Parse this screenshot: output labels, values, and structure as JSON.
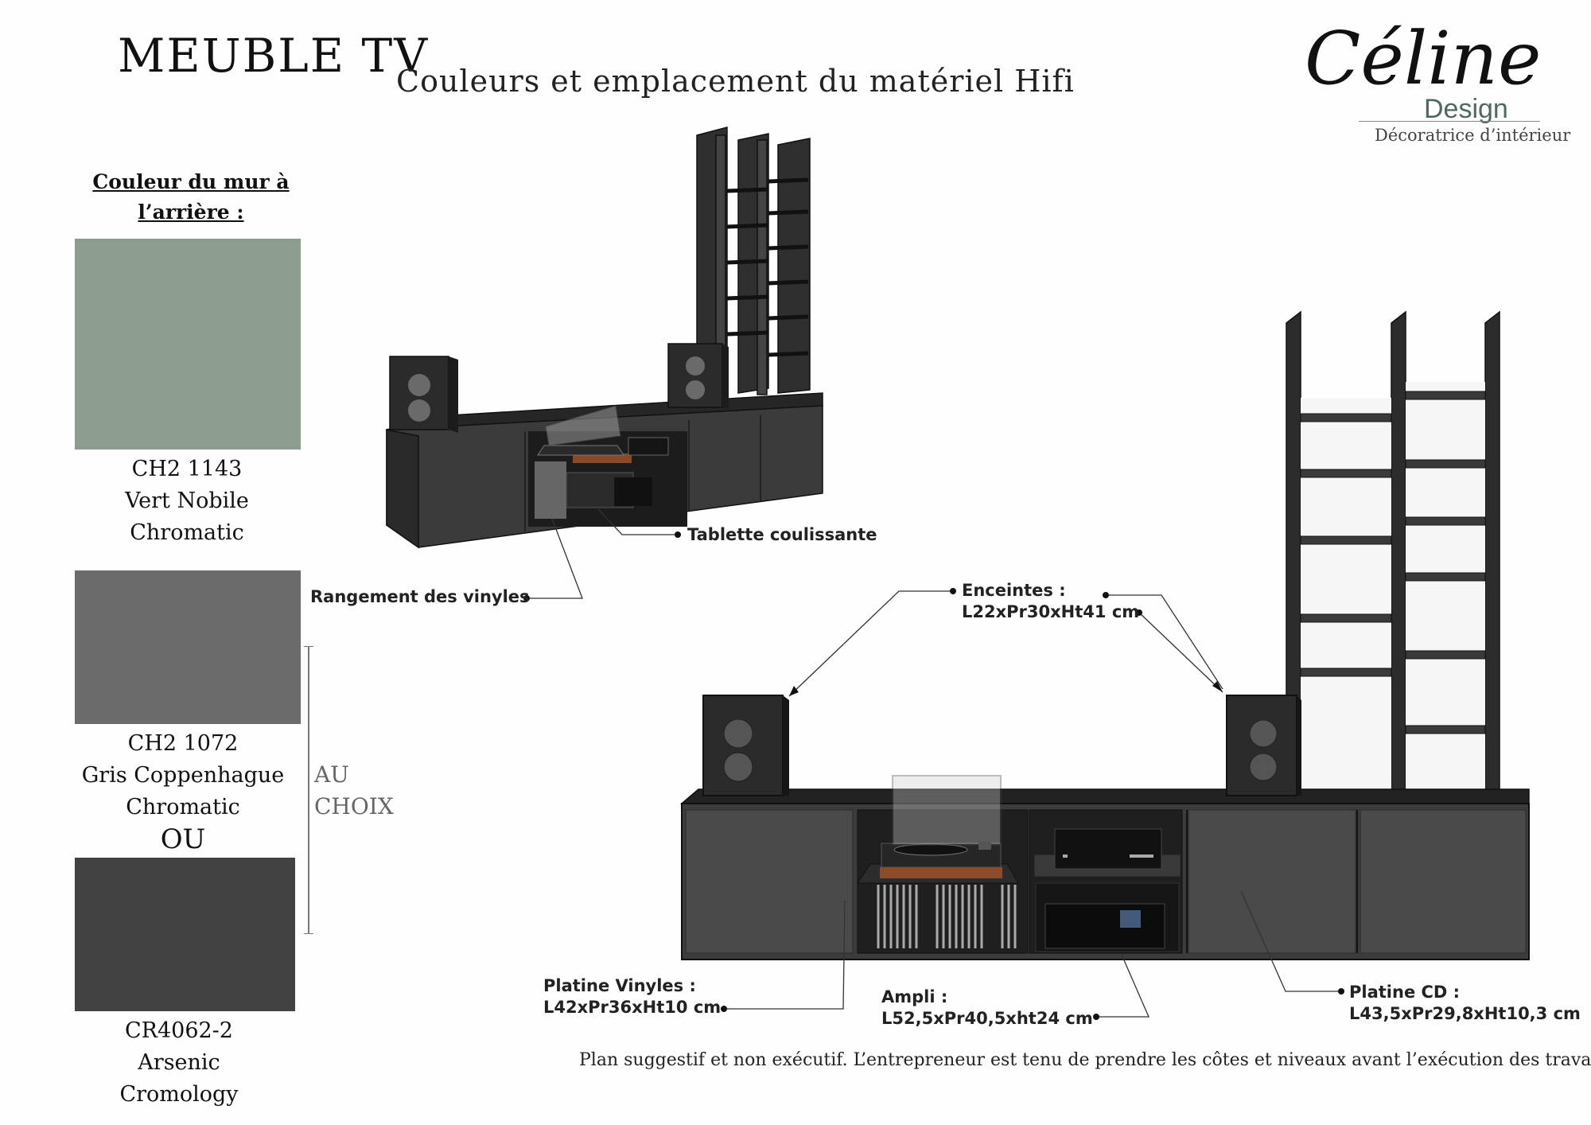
{
  "header": {
    "title": "MEUBLE TV",
    "subtitle": "Couleurs et emplacement du matériel Hifi"
  },
  "logo": {
    "script": "Céline",
    "brand": "Design",
    "tagline": "Décoratrice d’intérieur"
  },
  "wall_colors": {
    "heading_line1": "Couleur du mur à",
    "heading_line2": "l’arrière :",
    "swatches": [
      {
        "ref": "CH2 1143",
        "name": "Vert Nobile",
        "brand": "Chromatic",
        "color": "#8c9c8f"
      },
      {
        "ref": "CH2 1072",
        "name": "Gris Coppenhague",
        "brand": "Chromatic",
        "color": "#6b6b6b"
      },
      {
        "ref": "CR4062-2",
        "name": "Arsenic",
        "brand": "Cromology",
        "color": "#414141"
      }
    ],
    "separator": "OU",
    "choice_line1": "AU",
    "choice_line2": "CHOIX"
  },
  "callouts": {
    "tablette": "Tablette coulissante",
    "vinyles": "Rangement des vinyles",
    "enceintes_title": "Enceintes :",
    "enceintes_dims": "L22xPr30xHt41 cm",
    "platine_vinyles_title": "Platine Vinyles :",
    "platine_vinyles_dims": "L42xPr36xHt10 cm",
    "ampli_title": "Ampli :",
    "ampli_dims": "L52,5xPr40,5xht24 cm",
    "platine_cd_title": "Platine CD :",
    "platine_cd_dims": "L43,5xPr29,8xHt10,3 cm"
  },
  "footer_note": "Plan suggestif et non exécutif. L’entrepreneur est tenu de prendre les côtes et niveaux avant l’exécution des travaux",
  "furniture_color": "#3a3a3a"
}
